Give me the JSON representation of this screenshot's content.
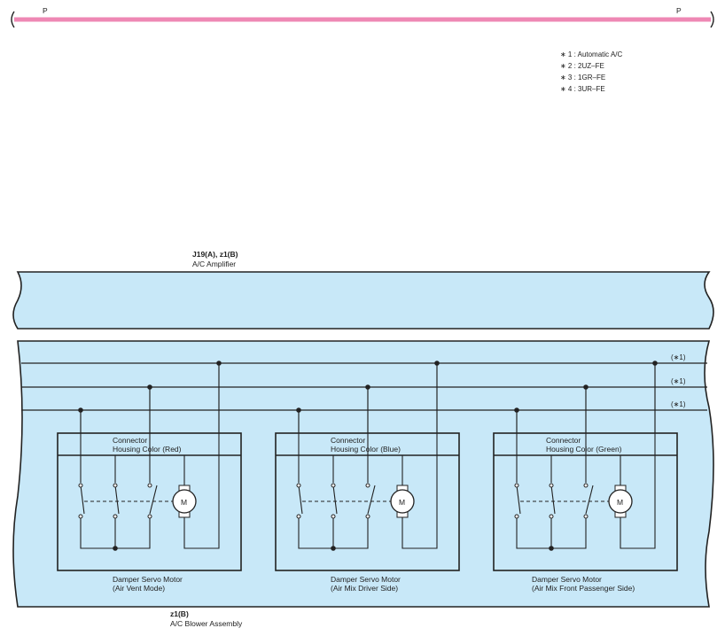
{
  "power_line": {
    "label_left": "P",
    "label_right": "P",
    "color": "#ee88b4"
  },
  "notes": [
    "∗ 1 : Automatic A/C",
    "∗ 2 : 2UZ–FE",
    "∗ 3 : 1GR–FE",
    "∗ 4 : 3UR–FE"
  ],
  "amplifier": {
    "connector": "J19(A), z1(B)",
    "name": "A/C Amplifier",
    "fill_color": "#c8e8f8"
  },
  "blower": {
    "connector": "z1(B)",
    "name": "A/C Blower Assembly"
  },
  "bus_tags": [
    "(∗1)",
    "(∗1)",
    "(∗1)"
  ],
  "motors": [
    {
      "housing_line1": "Connector",
      "housing_line2": "Housing Color (Red)",
      "motor_symbol": "M",
      "name_line1": "Damper Servo Motor",
      "name_line2": "(Air Vent Mode)"
    },
    {
      "housing_line1": "Connector",
      "housing_line2": "Housing Color (Blue)",
      "motor_symbol": "M",
      "name_line1": "Damper Servo Motor",
      "name_line2": "(Air Mix Driver Side)"
    },
    {
      "housing_line1": "Connector",
      "housing_line2": "Housing Color (Green)",
      "motor_symbol": "M",
      "name_line1": "Damper Servo Motor",
      "name_line2": "(Air Mix Front Passenger Side)"
    }
  ]
}
